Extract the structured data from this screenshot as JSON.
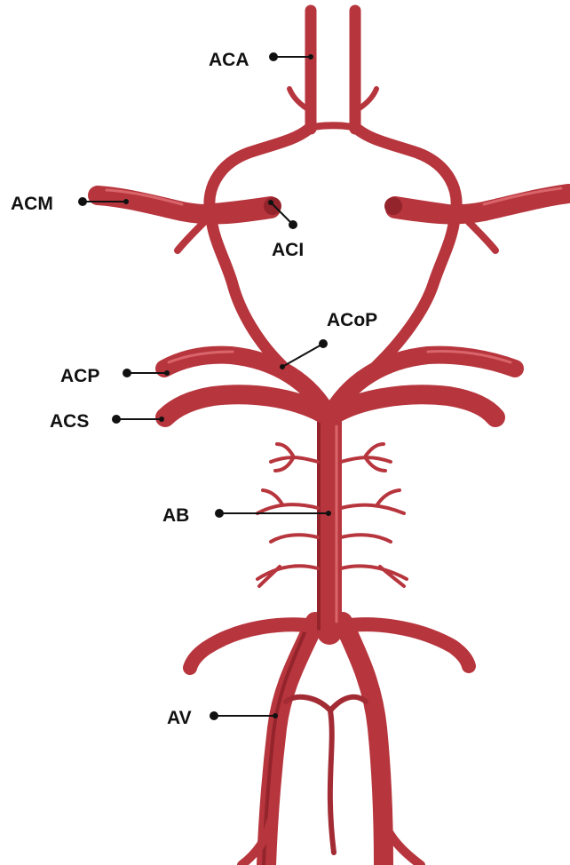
{
  "colors": {
    "vessel": "#b7353d",
    "vessel_dark": "#94242c",
    "vessel_highlight": "#d9656b",
    "label": "#111111",
    "background": "#ffffff"
  },
  "labels": {
    "aca": "ACA",
    "acm": "ACM",
    "aci": "ACI",
    "acop": "ACoP",
    "acp": "ACP",
    "acs": "ACS",
    "ab": "AB",
    "av": "AV"
  }
}
